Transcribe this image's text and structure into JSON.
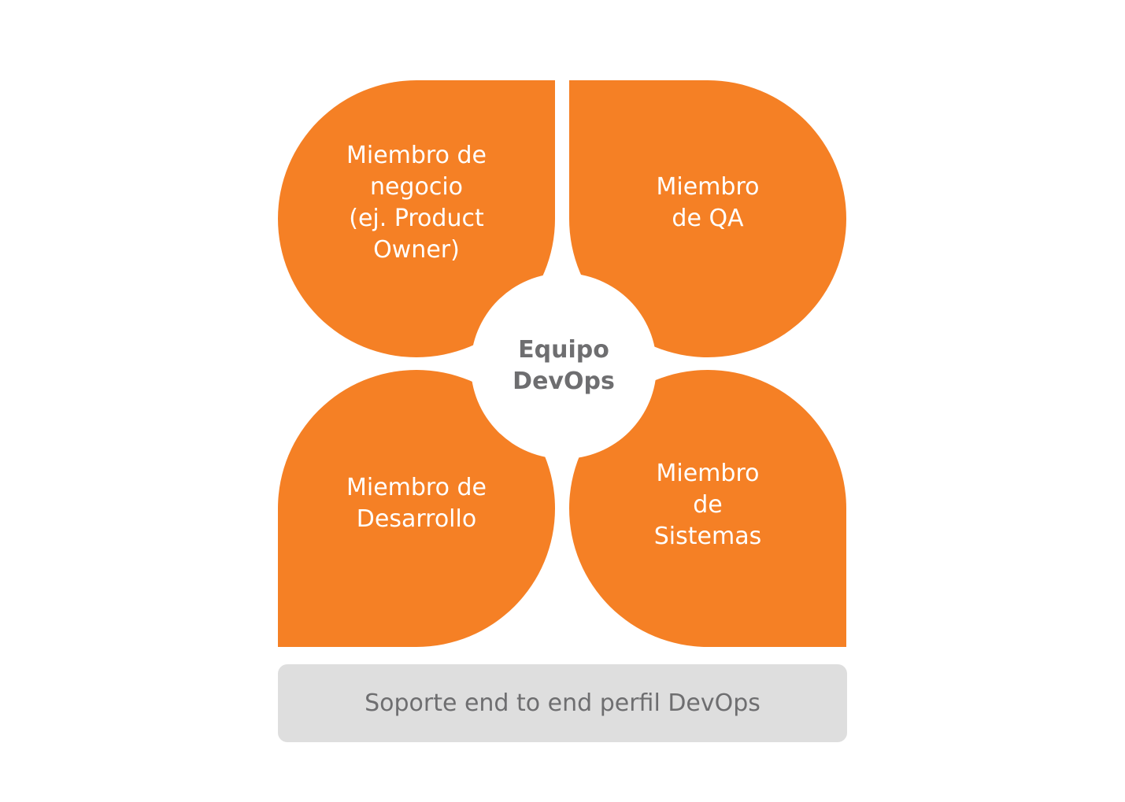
{
  "diagram": {
    "center": {
      "label": "Equipo\nDevOps"
    },
    "petals": {
      "top_left": "Miembro de\nnegocio\n(ej. Product\nOwner)",
      "top_right": "Miembro\nde QA",
      "bottom_left": "Miembro de\nDesarrollo",
      "bottom_right": "Miembro\nde\nSistemas"
    },
    "footer": {
      "label": "Soporte end to end perfil DevOps"
    }
  },
  "colors": {
    "petal_fill": "#F58025",
    "center_fill": "#FFFFFF",
    "center_text": "#6E6E70",
    "footer_fill": "#DEDEDE",
    "footer_text": "#6E6E70"
  }
}
